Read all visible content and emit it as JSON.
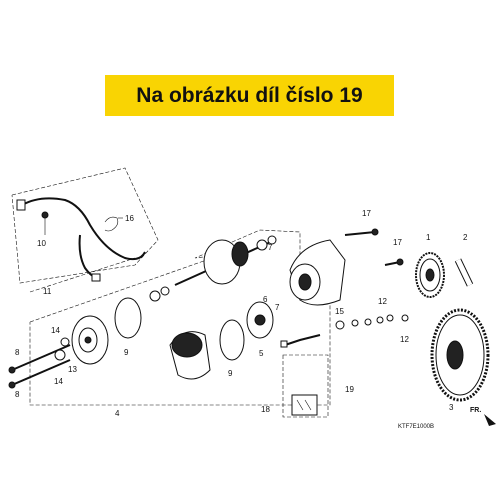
{
  "banner": {
    "text": "Na obrázku díl číslo 19",
    "background": "#f9d403"
  },
  "callouts": {
    "c1": "1",
    "c2": "2",
    "c3": "3",
    "c4": "4",
    "c5": "5",
    "c6": "6",
    "c7a": "7",
    "c7b": "7",
    "c8a": "8",
    "c8b": "8",
    "c9a": "9",
    "c9b": "9",
    "c10": "10",
    "c11": "11",
    "c12a": "12",
    "c12b": "12",
    "c13": "13",
    "c14a": "14",
    "c14b": "14",
    "c15": "15",
    "c16": "16",
    "c17a": "17",
    "c17b": "17",
    "c18": "18",
    "c19": "19"
  },
  "footer": {
    "diagram_code": "KTF7E1000B",
    "direction_label": "FR."
  }
}
